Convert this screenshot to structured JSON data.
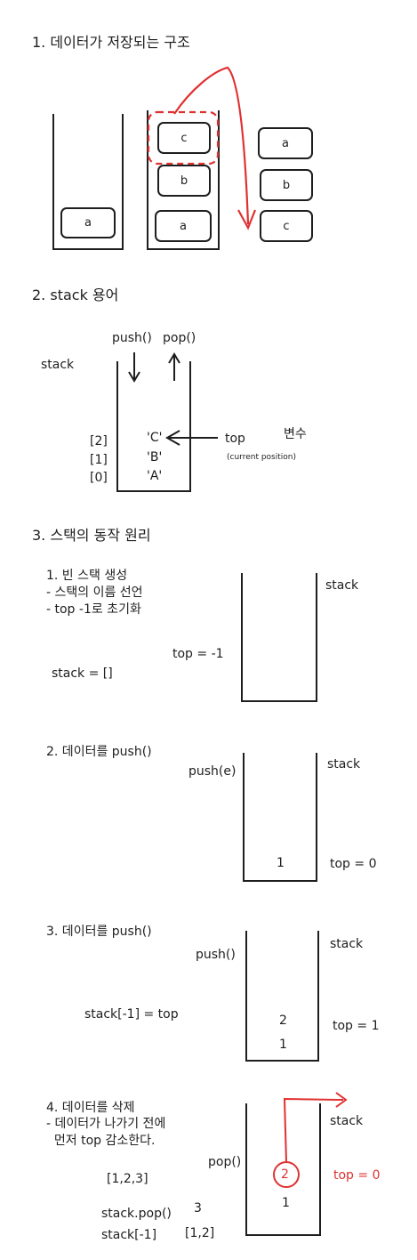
{
  "sections": {
    "s1": {
      "title": "1. 데이터가 저장되는 구조"
    },
    "s2": {
      "title": "2. stack 용어"
    },
    "s3": {
      "title": "3. 스택의 동작 원리"
    }
  },
  "structure": {
    "stack1": [
      "a"
    ],
    "stack2": [
      "c",
      "b",
      "a"
    ],
    "output": [
      "a",
      "b",
      "c"
    ]
  },
  "terms": {
    "stack_label": "stack",
    "push": "push()",
    "pop": "pop()",
    "indices": [
      "[2]",
      "[1]",
      "[0]"
    ],
    "values": [
      "'C'",
      "'B'",
      "'A'"
    ],
    "top": "top",
    "current": "(current position)",
    "variable": "변수"
  },
  "steps": [
    {
      "lines": [
        "1. 빈 스택 생성",
        "- 스택의 이름 선언",
        "- top -1로 초기화"
      ],
      "code": "stack = []",
      "top": "top = -1",
      "stack_label": "stack"
    },
    {
      "title": "2. 데이터를 push()",
      "action": "push(e)",
      "items": [
        "1"
      ],
      "stack_label": "stack",
      "top": "top = 0"
    },
    {
      "title": "3. 데이터를 push()",
      "action": "push()",
      "code": "stack[-1] = top",
      "items": [
        "2",
        "1"
      ],
      "stack_label": "stack",
      "top": "top = 1"
    },
    {
      "lines": [
        "4. 데이터를 삭제",
        "- 데이터가 나가기 전에",
        "  먼저 top 감소한다."
      ],
      "list": "[1,2,3]",
      "code1": "stack.pop()",
      "result1": "3",
      "code2": "stack[-1]",
      "result2": "[1,2]",
      "action": "pop()",
      "items": [
        "2",
        "1"
      ],
      "stack_label": "stack",
      "top": "top = 0"
    }
  ],
  "colors": {
    "ink": "#1e1e1e",
    "accent": "#e03131"
  }
}
